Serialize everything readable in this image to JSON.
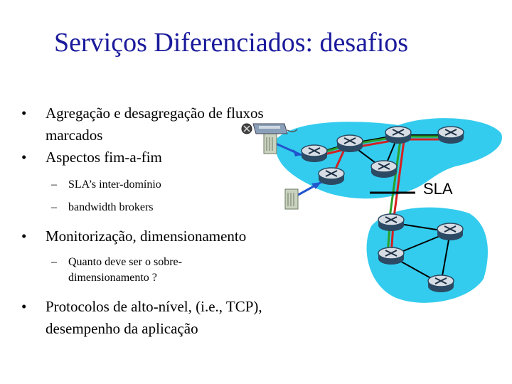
{
  "title": "Serviços Diferenciados: desafios",
  "bullets": [
    {
      "text": "Agregação e desagregação de fluxos marcados"
    },
    {
      "text": "Aspectos fim-a-fim"
    },
    {
      "text": "SLA’s inter-domínio"
    },
    {
      "text": "bandwidth brokers"
    },
    {
      "text": "Monitorização, dimensionamento"
    },
    {
      "text": "Quanto deve ser o sobre-dimensionamento ?"
    },
    {
      "text": "Protocolos de alto-nível, (i.e., TCP), desempenho da aplicação"
    }
  ],
  "diagram": {
    "sla_label": "SLA",
    "colors": {
      "cloud": "#33ccee",
      "path_green": "#2aa02a",
      "path_red": "#d42020",
      "link_blue": "#2255cc"
    }
  }
}
